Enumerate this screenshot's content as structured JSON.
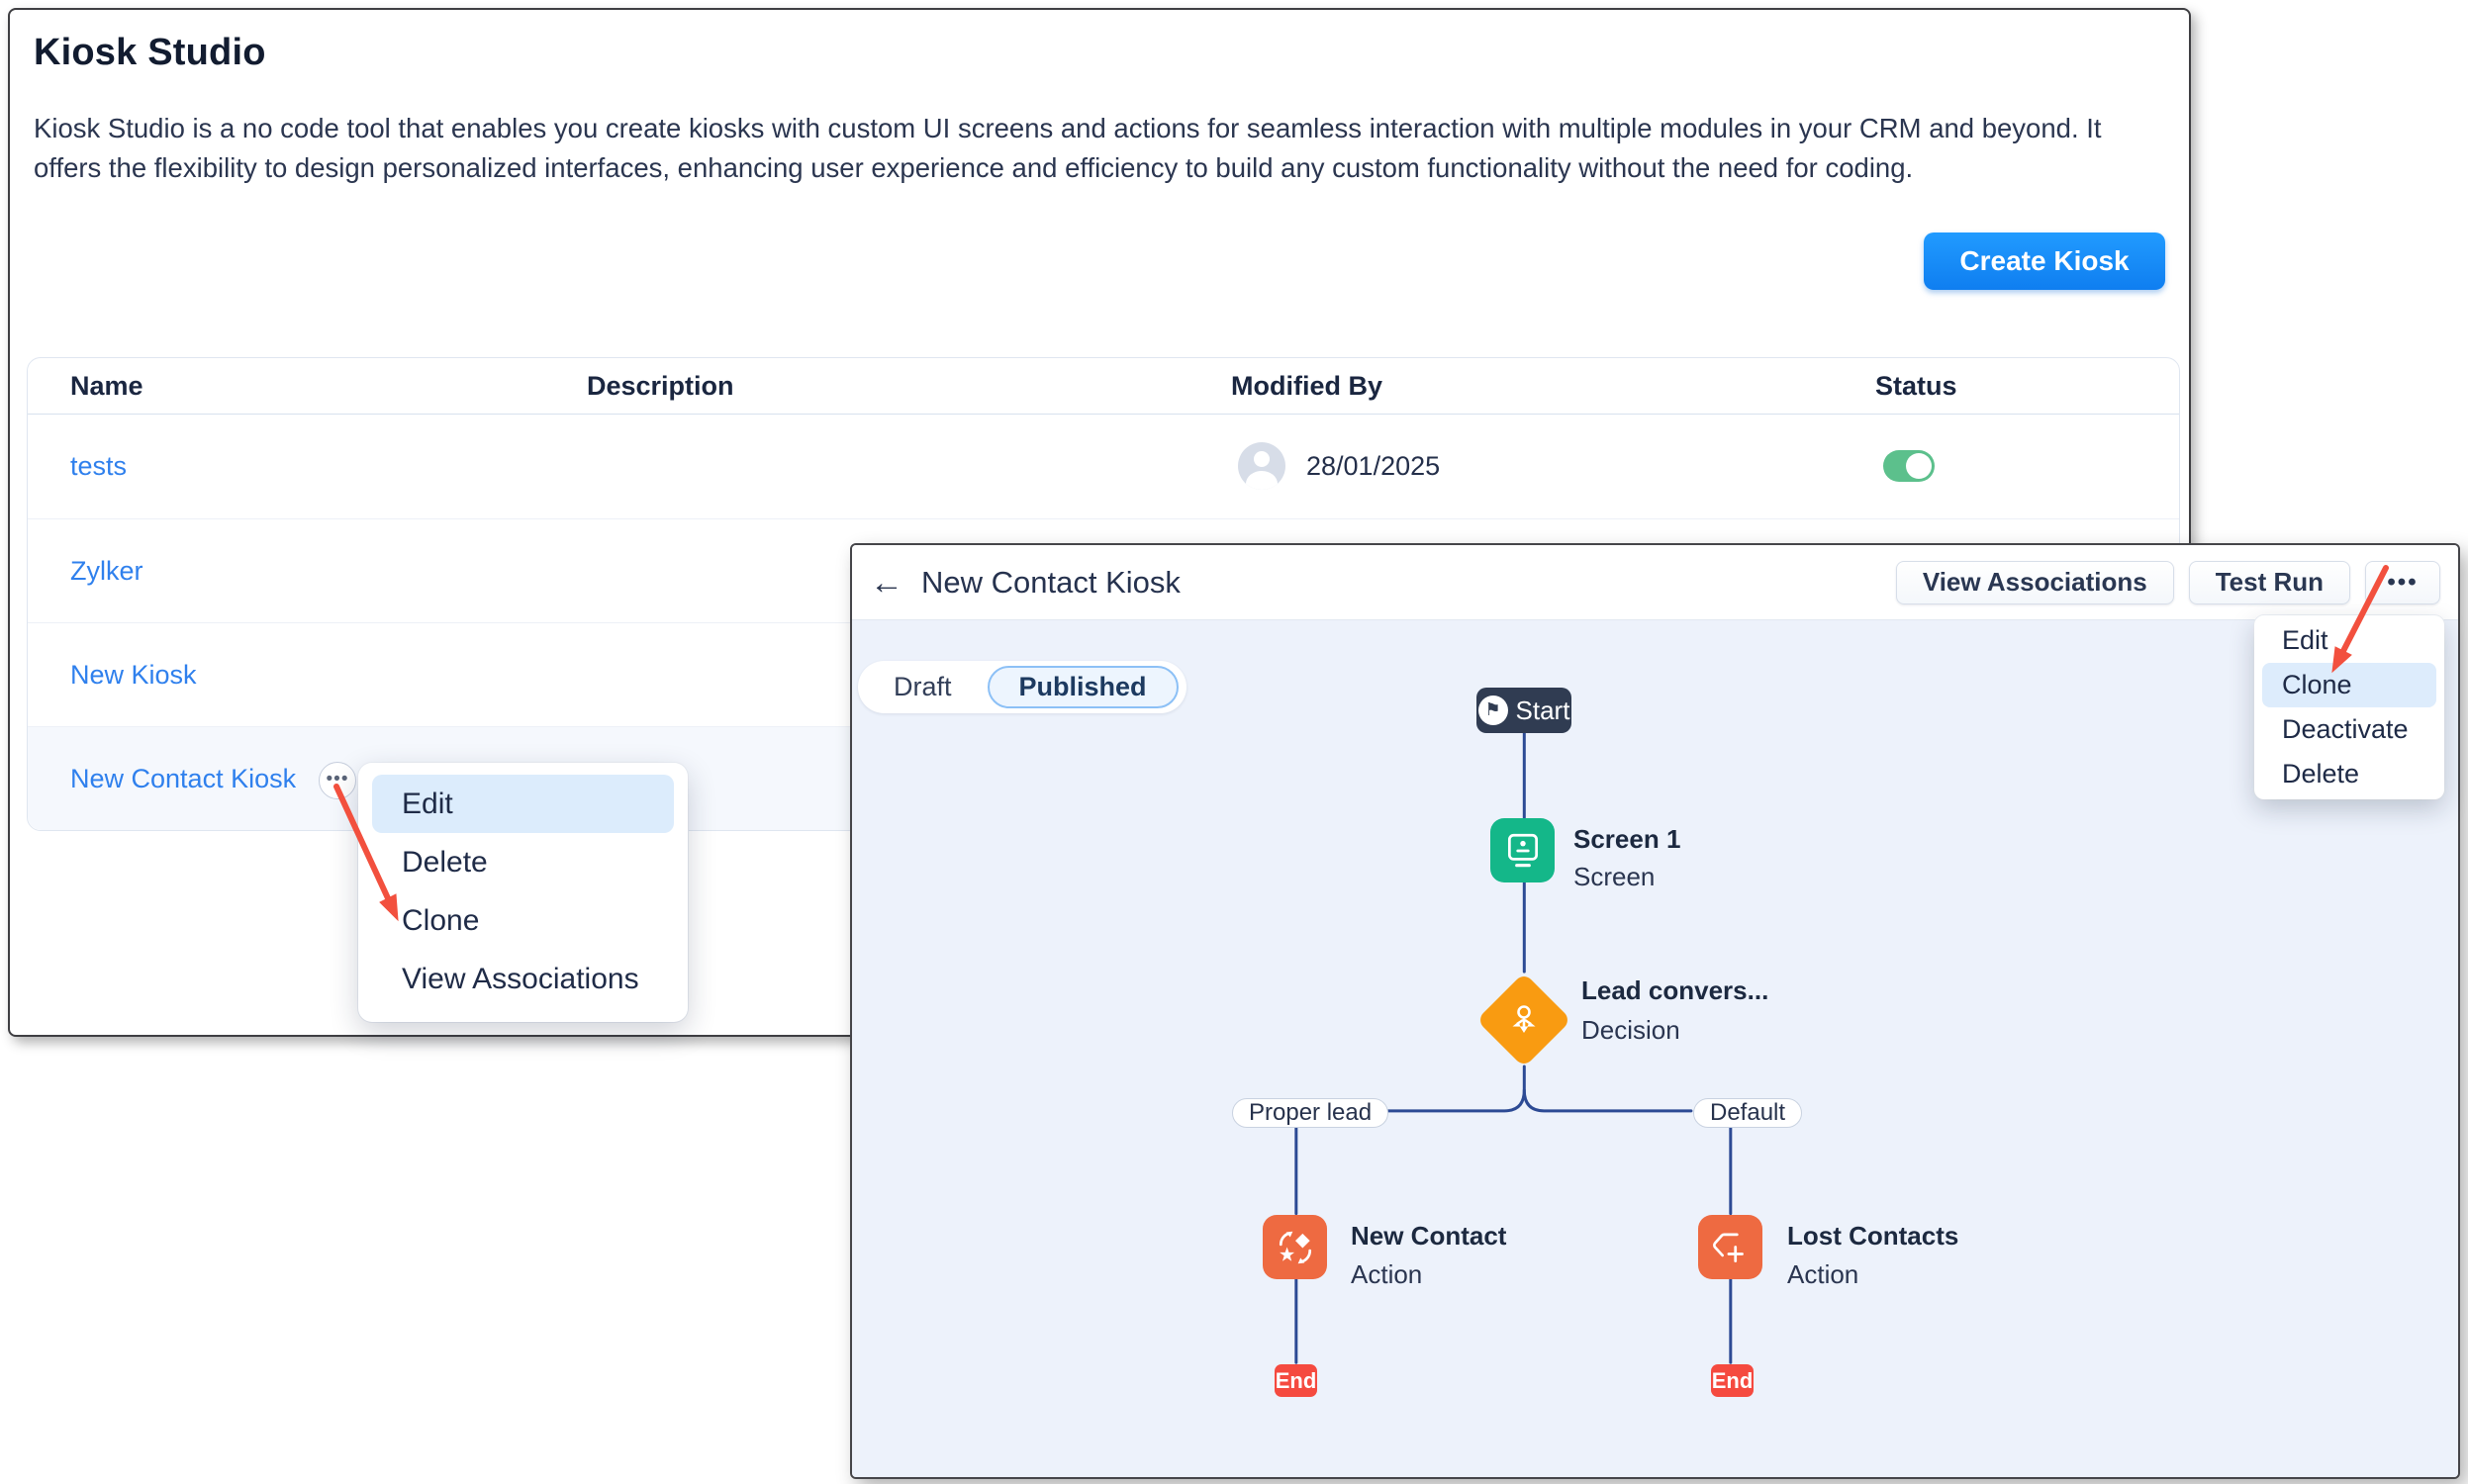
{
  "main": {
    "title": "Kiosk Studio",
    "description": "Kiosk Studio is a no code tool that enables you create kiosks with custom UI screens and actions for seamless interaction with multiple modules in your CRM and beyond. It offers the flexibility to design personalized interfaces, enhancing user experience and efficiency to build any custom functionality without the need for coding.",
    "create_button_label": "Create Kiosk"
  },
  "table": {
    "headers": {
      "name": "Name",
      "description": "Description",
      "modified_by": "Modified By",
      "status": "Status"
    },
    "rows": [
      {
        "name": "tests",
        "modified_date": "28/01/2025",
        "status": "on"
      },
      {
        "name": "Zylker"
      },
      {
        "name": "New Kiosk"
      },
      {
        "name": "New Contact Kiosk"
      }
    ]
  },
  "row_menu": {
    "edit": "Edit",
    "delete": "Delete",
    "clone": "Clone",
    "view_associations": "View Associations",
    "highlighted": "Edit"
  },
  "overlay": {
    "title": "New Contact Kiosk",
    "view_associations_button": "View Associations",
    "test_run_button": "Test Run",
    "menu": {
      "edit": "Edit",
      "clone": "Clone",
      "deactivate": "Deactivate",
      "delete": "Delete",
      "highlighted": "Clone"
    },
    "tabs": {
      "draft": "Draft",
      "published": "Published",
      "selected": "Published"
    },
    "flow": {
      "start_label": "Start",
      "screen_title": "Screen 1",
      "screen_subtitle": "Screen",
      "decision_title": "Lead convers...",
      "decision_subtitle": "Decision",
      "branch_left_label": "Proper lead",
      "branch_right_label": "Default",
      "action_left_title": "New Contact",
      "action_left_subtitle": "Action",
      "action_right_title": "Lost Contacts",
      "action_right_subtitle": "Action",
      "end_label": "End"
    }
  },
  "icons": {
    "more": "•••",
    "back_arrow": "←",
    "start_flag": "⚑"
  },
  "colors": {
    "accent_blue": "#1a8df5",
    "link_blue": "#2f80ed",
    "toggle_green": "#5cc08c",
    "flow_line": "#2c4a94",
    "start_navy": "#303c52",
    "screen_green": "#14b789",
    "decision_orange": "#f99b11",
    "action_orange": "#ee6a41",
    "end_red": "#f54a3f",
    "arrow_red": "#f2503e",
    "menu_highlight": "#dcecfc",
    "canvas_bg": "#edf2fb"
  }
}
